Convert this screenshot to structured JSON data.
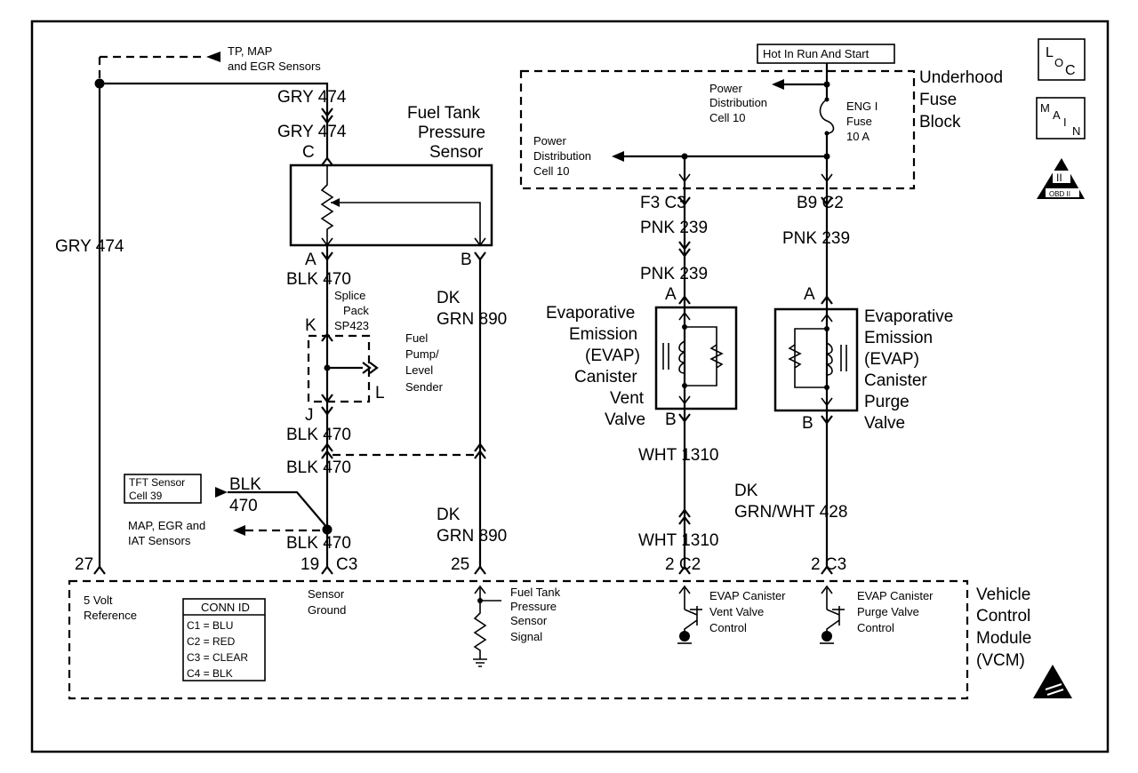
{
  "labels": {
    "tp_map_egr": [
      "TP, MAP",
      "and EGR Sensors"
    ],
    "gry474_top1": "GRY 474",
    "gry474_top2": "GRY 474",
    "conn_c": "C",
    "ftp_title": [
      "Fuel Tank",
      "Pressure",
      "Sensor"
    ],
    "gry474_left": "GRY 474",
    "conn_a_ftp": "A",
    "conn_b_ftp": "B",
    "blk470_1": "BLK 470",
    "splice_pack": [
      "Splice",
      "Pack",
      "SP423"
    ],
    "dk_grn_890_1": [
      "DK",
      "GRN 890"
    ],
    "conn_k": "K",
    "conn_l": "L",
    "fuel_pump": [
      "Fuel",
      "Pump/",
      "Level",
      "Sender"
    ],
    "conn_j": "J",
    "blk470_2": "BLK 470",
    "blk470_3": "BLK 470",
    "tft_sensor": [
      "TFT Sensor",
      "Cell 39"
    ],
    "blk_470_tft": [
      "BLK",
      "470"
    ],
    "map_egr_iat": [
      "MAP, EGR and",
      "IAT Sensors"
    ],
    "blk470_4": "BLK 470",
    "pin19": "19",
    "c3_left": "C3",
    "pin27": "27",
    "dk_grn_890_2": [
      "DK",
      "GRN 890"
    ],
    "pin25": "25",
    "hot_in_run": "Hot In Run And Start",
    "underhood": [
      "Underhood",
      "Fuse",
      "Block"
    ],
    "pdc_upper": [
      "Power",
      "Distribution",
      "Cell 10"
    ],
    "pdc_lower": [
      "Power",
      "Distribution",
      "Cell 10"
    ],
    "eng_fuse": [
      "ENG I",
      "Fuse",
      "10 A"
    ],
    "f3_c3": "F3 C3",
    "b9_c2": "B9 C2",
    "pnk239_1": "PNK 239",
    "pnk239_2": "PNK 239",
    "pnk239_3": "PNK 239",
    "conn_a_vent": "A",
    "conn_a_purge": "A",
    "vent_valve": [
      "Evaporative",
      "Emission",
      "(EVAP)",
      "Canister",
      "Vent",
      "Valve"
    ],
    "purge_valve": [
      "Evaporative",
      "Emission",
      "(EVAP)",
      "Canister",
      "Purge",
      "Valve"
    ],
    "conn_b_vent": "B",
    "conn_b_purge": "B",
    "wht1310_1": "WHT 1310",
    "wht1310_2": "WHT 1310",
    "dk_grn_wht_428": [
      "DK",
      "GRN/WHT 428"
    ],
    "pin2_c2": "2 C2",
    "pin2_c3": "2 C3",
    "five_volt": [
      "5 Volt",
      "Reference"
    ],
    "sensor_ground": [
      "Sensor",
      "Ground"
    ],
    "ftp_signal": [
      "Fuel Tank",
      "Pressure",
      "Sensor",
      "Signal"
    ],
    "vent_control": [
      "EVAP Canister",
      "Vent Valve",
      "Control"
    ],
    "purge_control": [
      "EVAP Canister",
      "Purge Valve",
      "Control"
    ],
    "vcm": [
      "Vehicle",
      "Control",
      "Module",
      "(VCM)"
    ],
    "conn_id": {
      "title": "CONN ID",
      "rows": [
        "C1 = BLU",
        "C2 = RED",
        "C3 = CLEAR",
        "C4 = BLK"
      ]
    },
    "loc_icon": [
      "L",
      "O",
      "C"
    ],
    "main_icon": [
      "M",
      "A",
      "I",
      "N"
    ],
    "obd_icon": [
      "II",
      "OBD II"
    ]
  }
}
